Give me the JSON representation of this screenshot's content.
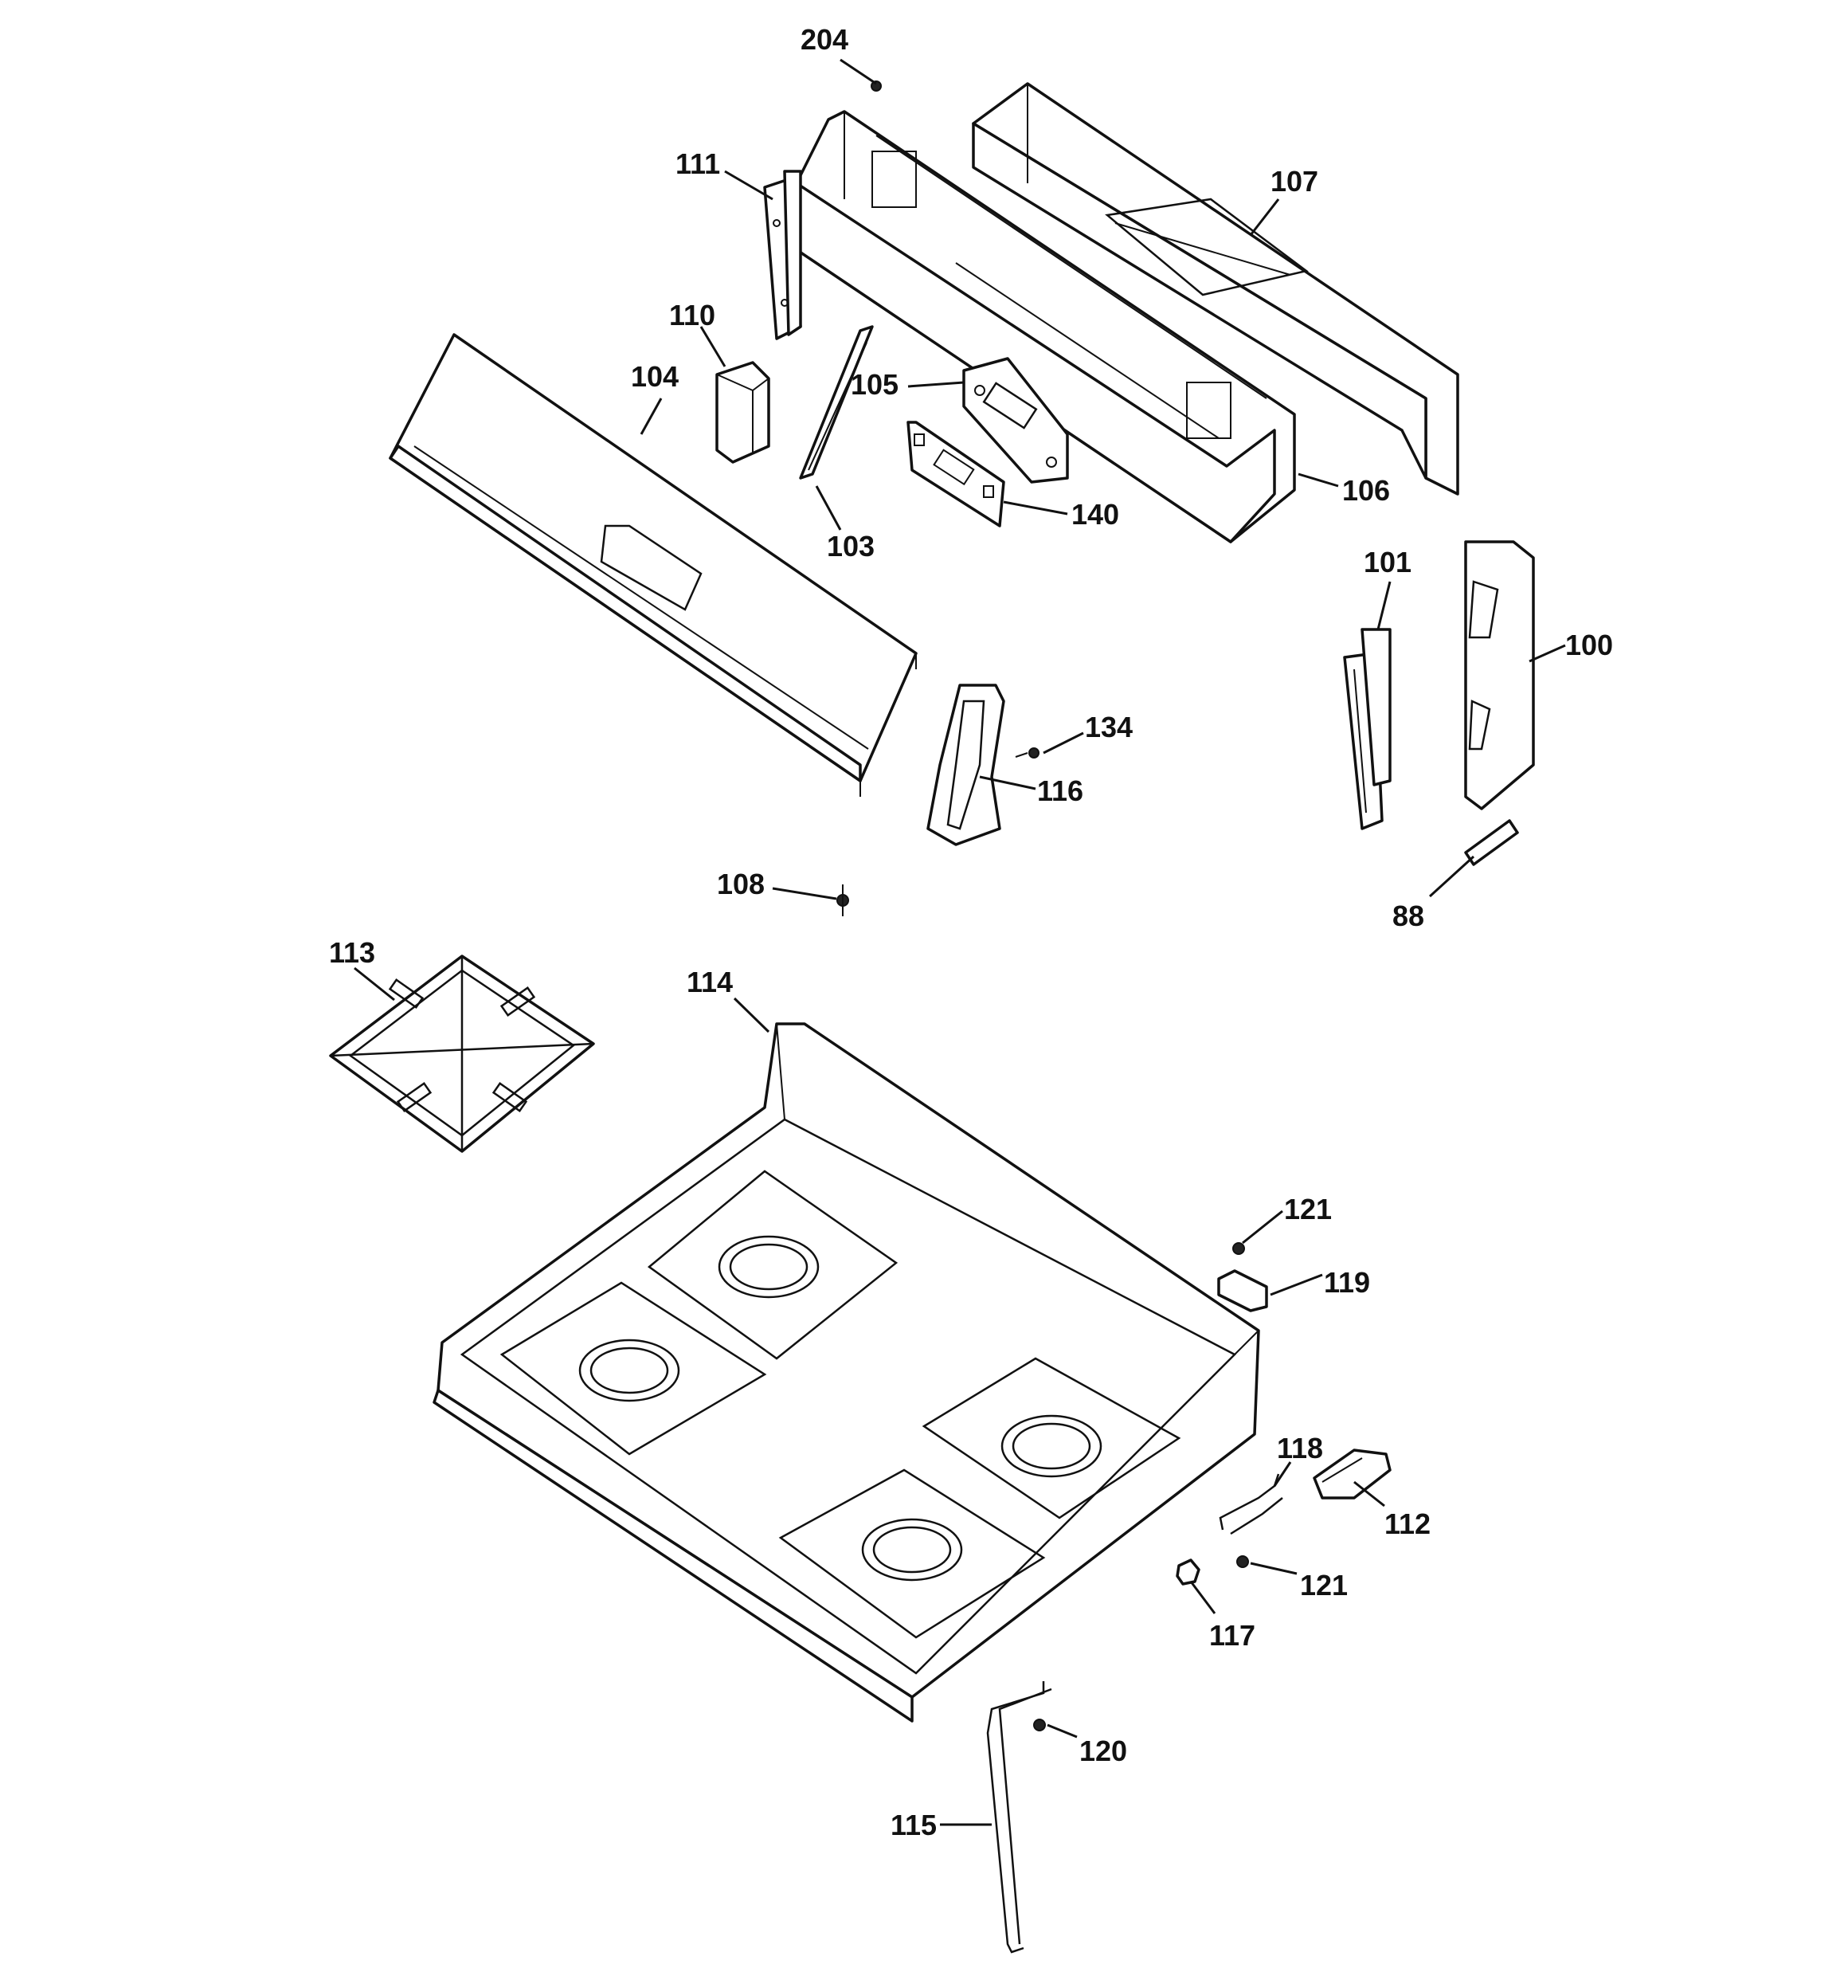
{
  "callouts": [
    {
      "id": "204",
      "label": "204"
    },
    {
      "id": "111",
      "label": "111"
    },
    {
      "id": "107",
      "label": "107"
    },
    {
      "id": "110",
      "label": "110"
    },
    {
      "id": "104",
      "label": "104"
    },
    {
      "id": "105",
      "label": "105"
    },
    {
      "id": "106",
      "label": "106"
    },
    {
      "id": "140",
      "label": "140"
    },
    {
      "id": "103",
      "label": "103"
    },
    {
      "id": "101",
      "label": "101"
    },
    {
      "id": "100",
      "label": "100"
    },
    {
      "id": "134",
      "label": "134"
    },
    {
      "id": "116",
      "label": "116"
    },
    {
      "id": "88",
      "label": "88"
    },
    {
      "id": "108",
      "label": "108"
    },
    {
      "id": "113",
      "label": "113"
    },
    {
      "id": "114",
      "label": "114"
    },
    {
      "id": "121a",
      "label": "121"
    },
    {
      "id": "119",
      "label": "119"
    },
    {
      "id": "118",
      "label": "118"
    },
    {
      "id": "112",
      "label": "112"
    },
    {
      "id": "121b",
      "label": "121"
    },
    {
      "id": "117",
      "label": "117"
    },
    {
      "id": "120",
      "label": "120"
    },
    {
      "id": "115",
      "label": "115"
    }
  ]
}
